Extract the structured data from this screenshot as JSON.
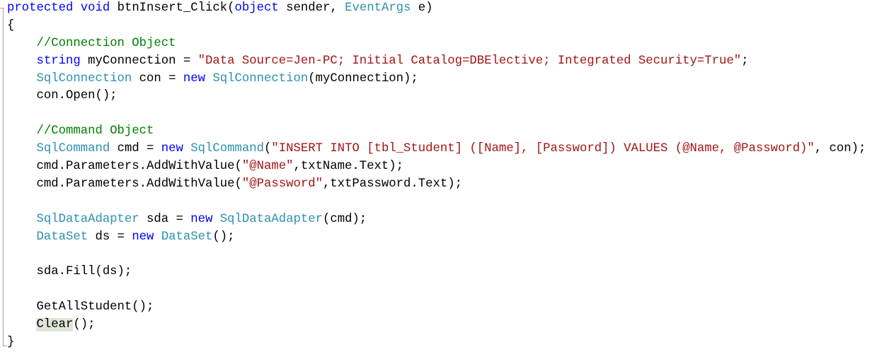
{
  "colors": {
    "keyword": "#0000ff",
    "type": "#2b91af",
    "string": "#a31515",
    "comment": "#008000",
    "highlight": "#dfe5d8"
  },
  "code": {
    "lines": [
      {
        "tokens": [
          [
            "kw",
            "protected"
          ],
          [
            "pl",
            " "
          ],
          [
            "kw",
            "void"
          ],
          [
            "pl",
            " btnInsert_Click("
          ],
          [
            "kw",
            "object"
          ],
          [
            "pl",
            " sender, "
          ],
          [
            "ty",
            "EventArgs"
          ],
          [
            "pl",
            " e)"
          ]
        ]
      },
      {
        "tokens": [
          [
            "pl",
            "{"
          ]
        ]
      },
      {
        "tokens": [
          [
            "pl",
            "    "
          ],
          [
            "cm",
            "//Connection Object"
          ]
        ]
      },
      {
        "tokens": [
          [
            "pl",
            "    "
          ],
          [
            "kw",
            "string"
          ],
          [
            "pl",
            " myConnection = "
          ],
          [
            "str",
            "\"Data Source=Jen-PC; Initial Catalog=DBElective; Integrated Security=True\""
          ],
          [
            "pl",
            ";"
          ]
        ]
      },
      {
        "tokens": [
          [
            "pl",
            "    "
          ],
          [
            "ty",
            "SqlConnection"
          ],
          [
            "pl",
            " con = "
          ],
          [
            "kw",
            "new"
          ],
          [
            "pl",
            " "
          ],
          [
            "ty",
            "SqlConnection"
          ],
          [
            "pl",
            "(myConnection);"
          ]
        ]
      },
      {
        "tokens": [
          [
            "pl",
            "    con.Open();"
          ]
        ]
      },
      {
        "tokens": [
          [
            "pl",
            " "
          ]
        ]
      },
      {
        "tokens": [
          [
            "pl",
            "    "
          ],
          [
            "cm",
            "//Command Object"
          ]
        ]
      },
      {
        "tokens": [
          [
            "pl",
            "    "
          ],
          [
            "ty",
            "SqlCommand"
          ],
          [
            "pl",
            " cmd = "
          ],
          [
            "kw",
            "new"
          ],
          [
            "pl",
            " "
          ],
          [
            "ty",
            "SqlCommand"
          ],
          [
            "pl",
            "("
          ],
          [
            "str",
            "\"INSERT INTO [tbl_Student] ([Name], [Password]) VALUES (@Name, @Password)\""
          ],
          [
            "pl",
            ", con);"
          ]
        ]
      },
      {
        "tokens": [
          [
            "pl",
            "    cmd.Parameters.AddWithValue("
          ],
          [
            "str",
            "\"@Name\""
          ],
          [
            "pl",
            ",txtName.Text);"
          ]
        ]
      },
      {
        "tokens": [
          [
            "pl",
            "    cmd.Parameters.AddWithValue("
          ],
          [
            "str",
            "\"@Password\""
          ],
          [
            "pl",
            ",txtPassword.Text);"
          ]
        ]
      },
      {
        "tokens": [
          [
            "pl",
            " "
          ]
        ]
      },
      {
        "tokens": [
          [
            "pl",
            "    "
          ],
          [
            "ty",
            "SqlDataAdapter"
          ],
          [
            "pl",
            " sda = "
          ],
          [
            "kw",
            "new"
          ],
          [
            "pl",
            " "
          ],
          [
            "ty",
            "SqlDataAdapter"
          ],
          [
            "pl",
            "(cmd);"
          ]
        ]
      },
      {
        "tokens": [
          [
            "pl",
            "    "
          ],
          [
            "ty",
            "DataSet"
          ],
          [
            "pl",
            " ds = "
          ],
          [
            "kw",
            "new"
          ],
          [
            "pl",
            " "
          ],
          [
            "ty",
            "DataSet"
          ],
          [
            "pl",
            "();"
          ]
        ]
      },
      {
        "tokens": [
          [
            "pl",
            " "
          ]
        ]
      },
      {
        "tokens": [
          [
            "pl",
            "    sda.Fill(ds);"
          ]
        ]
      },
      {
        "tokens": [
          [
            "pl",
            " "
          ]
        ]
      },
      {
        "tokens": [
          [
            "pl",
            "    GetAllStudent();"
          ]
        ]
      },
      {
        "tokens": [
          [
            "pl",
            "    "
          ],
          [
            "hl",
            "Clear"
          ],
          [
            "pl",
            "();"
          ]
        ]
      },
      {
        "tokens": [
          [
            "pl",
            "}"
          ]
        ]
      }
    ]
  }
}
